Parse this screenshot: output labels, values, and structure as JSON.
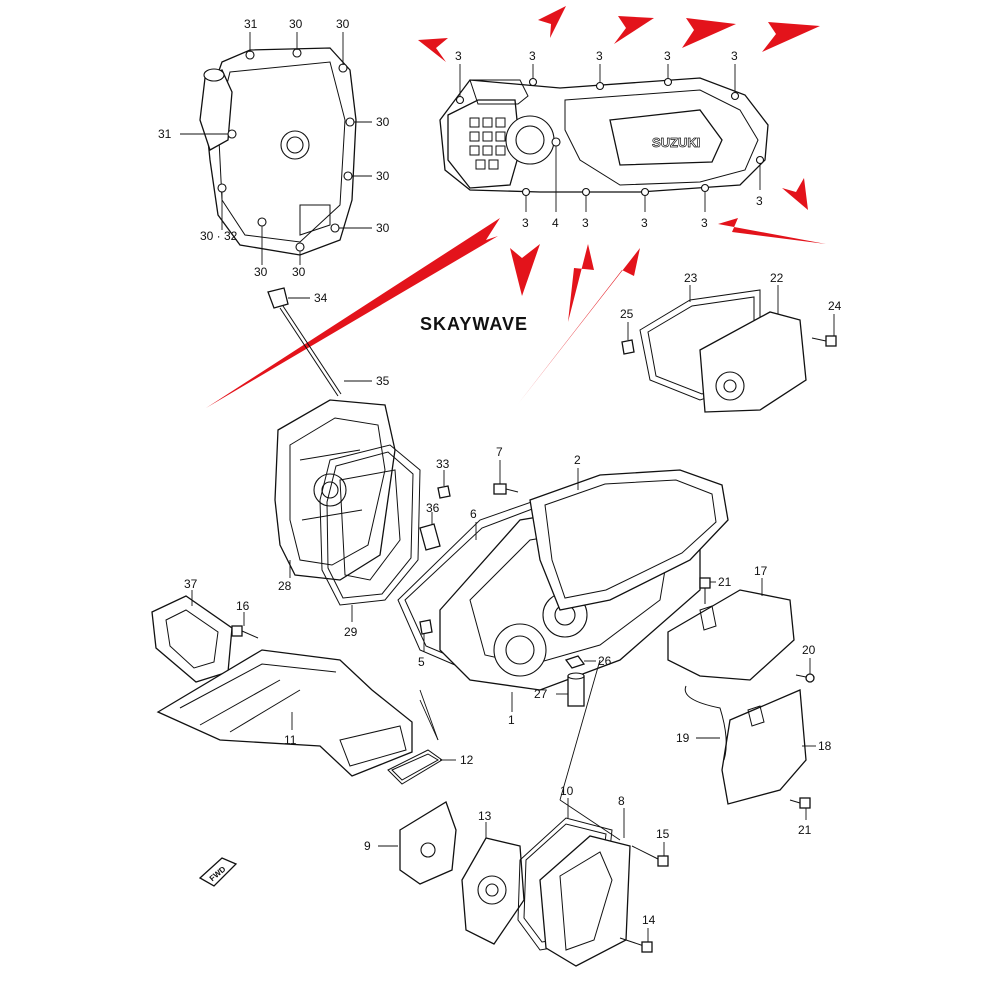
{
  "diagram": {
    "model_label": "SKAYWAVE",
    "brand_label": "SUZUKI",
    "direction_badge": "FWD",
    "arrow_color": "#e3131b",
    "line_color": "#111111",
    "callouts": {
      "c1": "1",
      "c2": "2",
      "c3": "3",
      "c4": "4",
      "c5": "5",
      "c6": "6",
      "c7": "7",
      "c8": "8",
      "c9": "9",
      "c10": "10",
      "c11": "11",
      "c12": "12",
      "c13": "13",
      "c14": "14",
      "c15": "15",
      "c16": "16",
      "c17": "17",
      "c18": "18",
      "c19": "19",
      "c20": "20",
      "c21": "21",
      "c22": "22",
      "c23": "23",
      "c24": "24",
      "c25": "25",
      "c26": "26",
      "c27": "27",
      "c28": "28",
      "c29": "29",
      "c30": "30",
      "c31": "31",
      "c32": "32",
      "c33": "33",
      "c34": "34",
      "c35": "35",
      "c36": "36",
      "c37": "37",
      "c30_32": "30 · 32"
    }
  }
}
